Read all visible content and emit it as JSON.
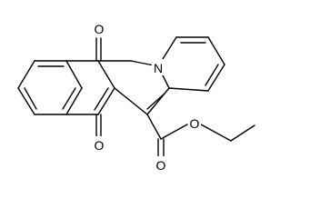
{
  "molecule": {
    "atoms": {
      "o_top": "O",
      "o_bottom": "O",
      "n_ring": "N",
      "o_ester_carbonyl": "O",
      "o_ester_ether": "O"
    },
    "colors": {
      "bond": "#000000",
      "label": "#000000",
      "background": "#ffffff"
    }
  }
}
